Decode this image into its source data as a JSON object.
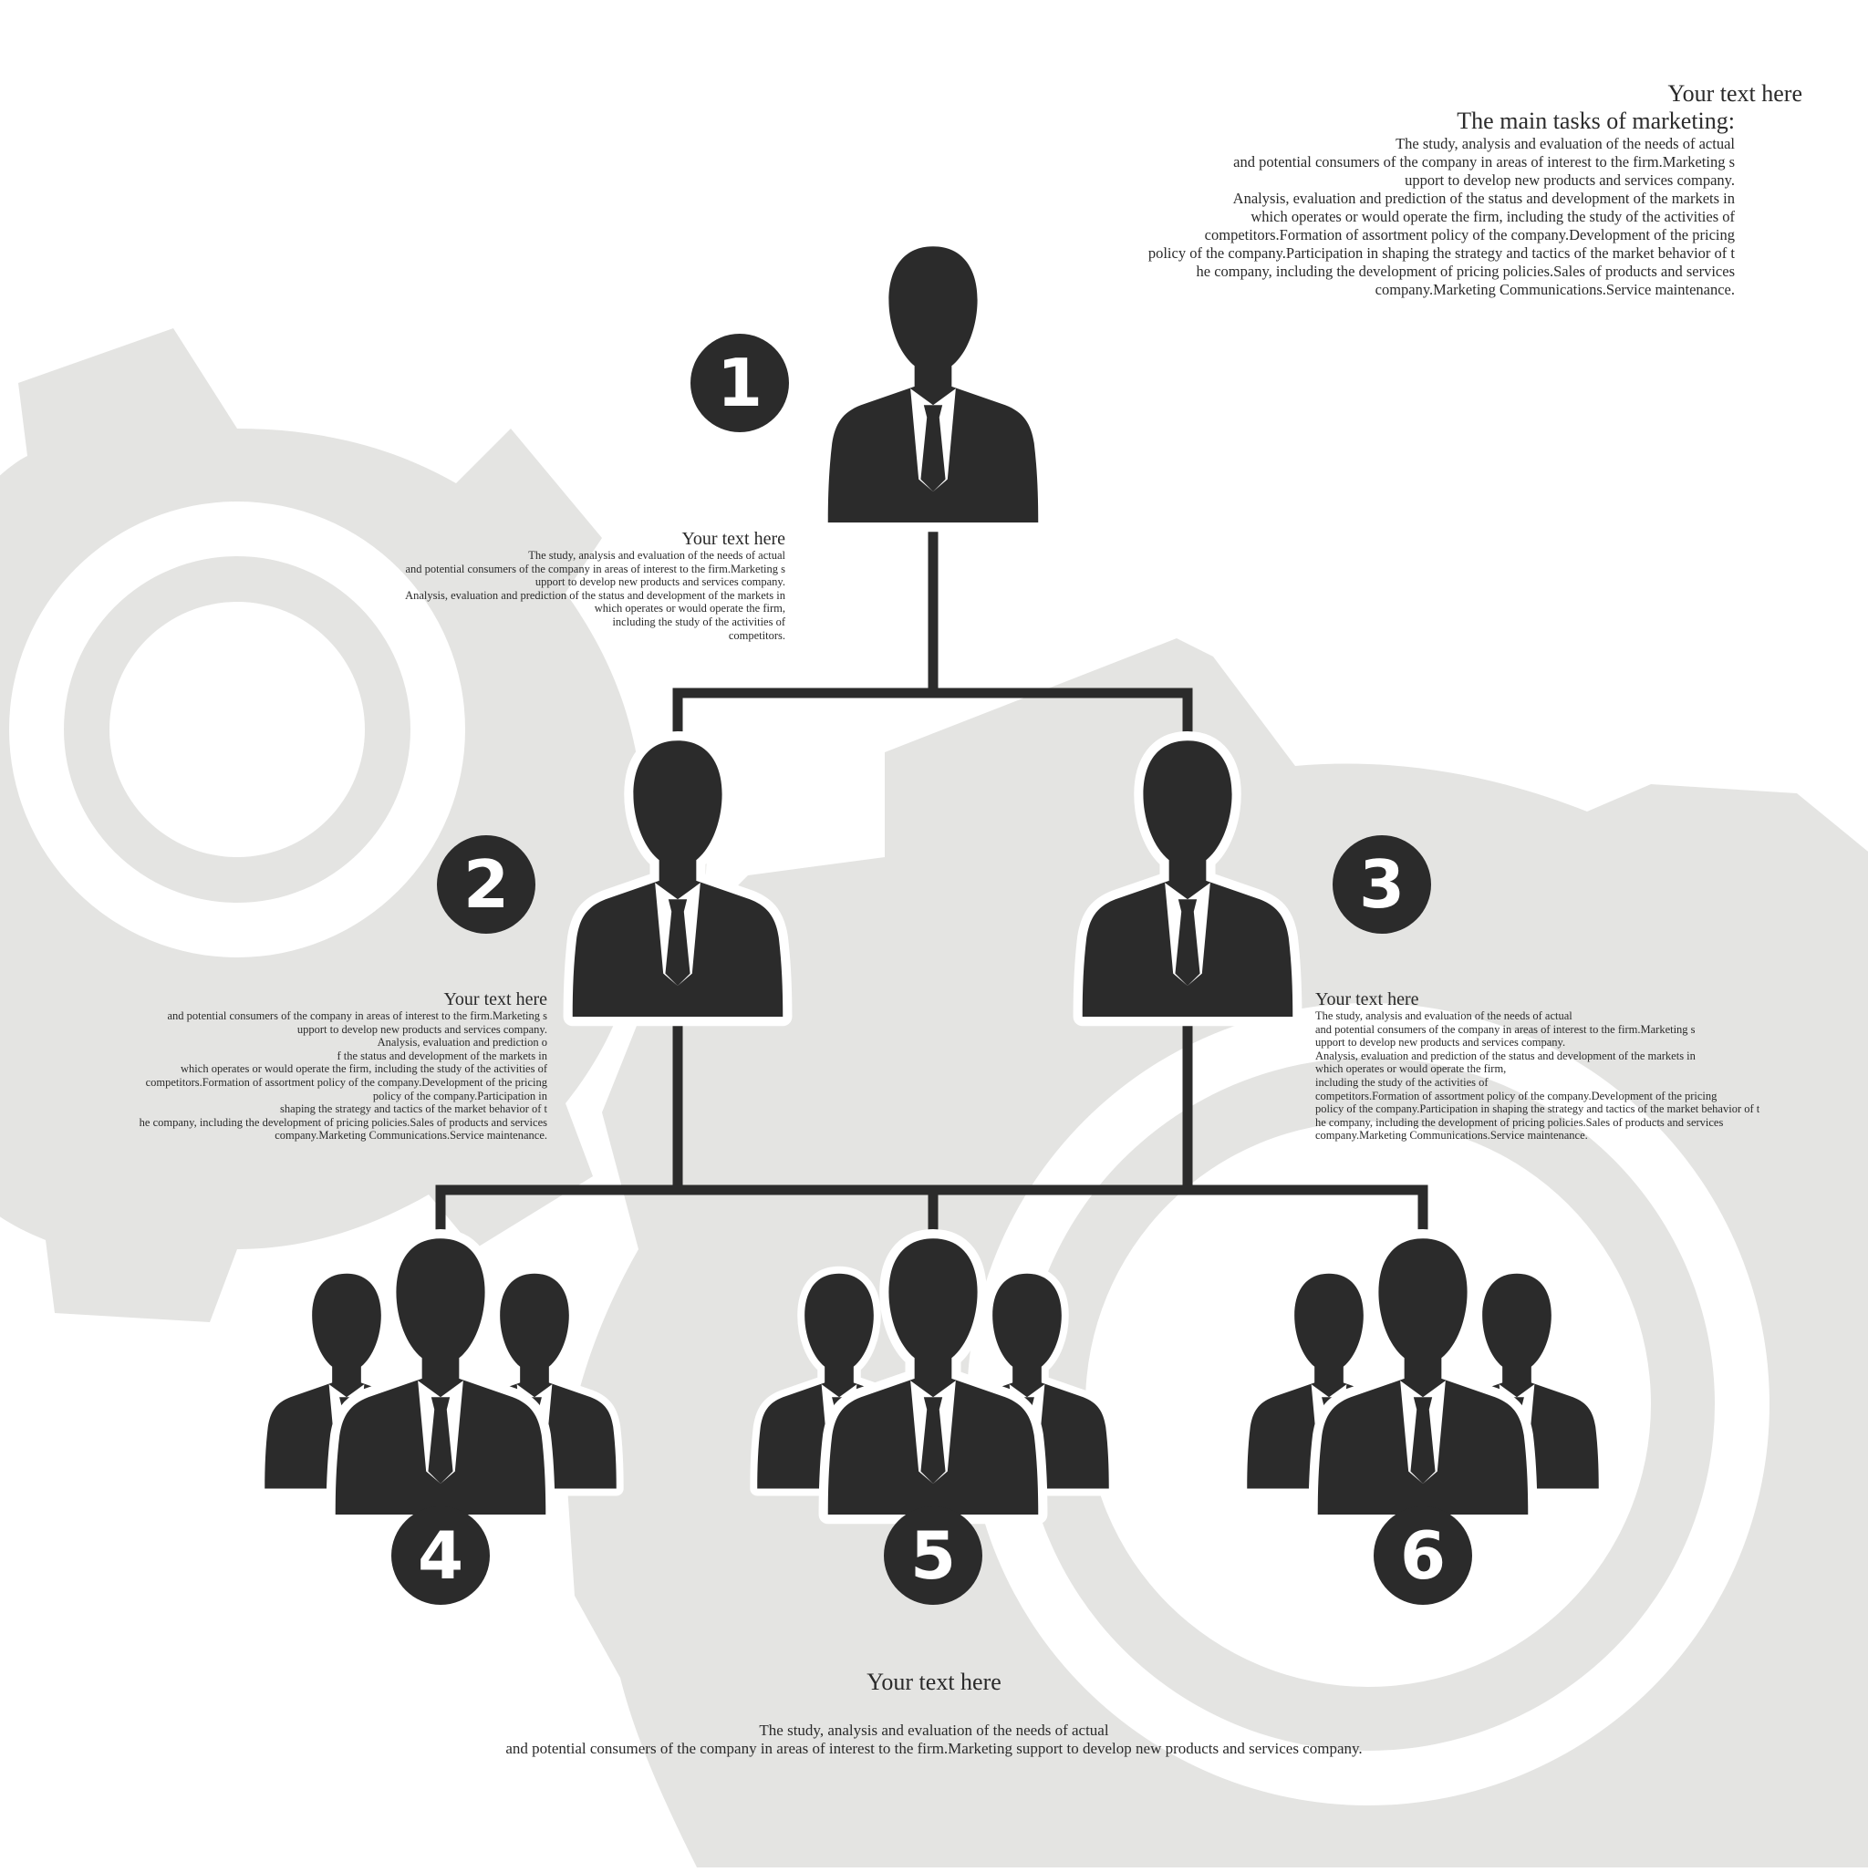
{
  "colors": {
    "background": "#ffffff",
    "gear": "#e4e4e2",
    "figure": "#2b2b2b",
    "outline": "#ffffff"
  },
  "nodes": [
    {
      "number": "1",
      "type": "person"
    },
    {
      "number": "2",
      "type": "person"
    },
    {
      "number": "3",
      "type": "person"
    },
    {
      "number": "4",
      "type": "group"
    },
    {
      "number": "5",
      "type": "group"
    },
    {
      "number": "6",
      "type": "group"
    }
  ],
  "top_right": {
    "heading": "Your text here",
    "subheading": "The main tasks of marketing:",
    "lines": [
      "The study, analysis and evaluation of the needs of actual",
      "and potential consumers of the company in areas of interest to the firm.Marketing s",
      "upport to develop new products and services company.",
      "Analysis, evaluation and prediction of the status and development of the markets in",
      "which operates or would operate the firm, including the study of the activities of",
      "competitors.Formation of assortment policy of the company.Development of the pricing",
      "policy of the company.Participation in shaping the strategy and tactics of the market behavior of t",
      "he company, including the development of pricing policies.Sales of products and services",
      "company.Marketing Communications.Service maintenance."
    ]
  },
  "mid_block": {
    "heading": "Your text here",
    "lines": [
      "The study, analysis and evaluation of the needs of actual",
      "and potential consumers of the company in areas of interest to the firm.Marketing s",
      "upport to develop new products and services company.",
      "Analysis, evaluation and prediction of the status and development of the markets in",
      "which operates or would operate the firm,",
      "including the study of the activities of",
      "competitors."
    ]
  },
  "left_block": {
    "heading": "Your text here",
    "lines": [
      "and potential consumers of the company in areas of interest to the firm.Marketing s",
      "upport to develop new products and services company.",
      "Analysis, evaluation and prediction o",
      "f the status and development of the markets in",
      "which operates or would operate the firm, including the study of the activities of",
      "competitors.Formation of assortment policy of the company.Development of the pricing",
      "policy of the company.Participation in",
      "shaping the strategy and tactics of the market behavior of t",
      "he company, including the development of pricing policies.Sales of products and services",
      "company.Marketing Communications.Service maintenance."
    ]
  },
  "right_block": {
    "heading": "Your text here",
    "lines": [
      "The study, analysis and evaluation of the needs of actual",
      "and potential consumers of the company in areas of interest to the firm.Marketing s",
      "upport to develop new products and services company.",
      "Analysis, evaluation and prediction of the status and development of the markets in",
      "which operates or would operate the firm,",
      "including the study of the activities of",
      "competitors.Formation of assortment policy of the company.Development of the pricing",
      "policy of the company.Participation in shaping the strategy and tactics of the market behavior of t",
      "he company, including the development of pricing policies.Sales of products and services",
      "company.Marketing Communications.Service maintenance."
    ]
  },
  "bottom_block": {
    "heading": "Your text here",
    "lines": [
      "The study, analysis and evaluation of the needs of actual",
      "and potential consumers of the company in areas of interest to the firm.Marketing support to develop new products and services company."
    ]
  }
}
